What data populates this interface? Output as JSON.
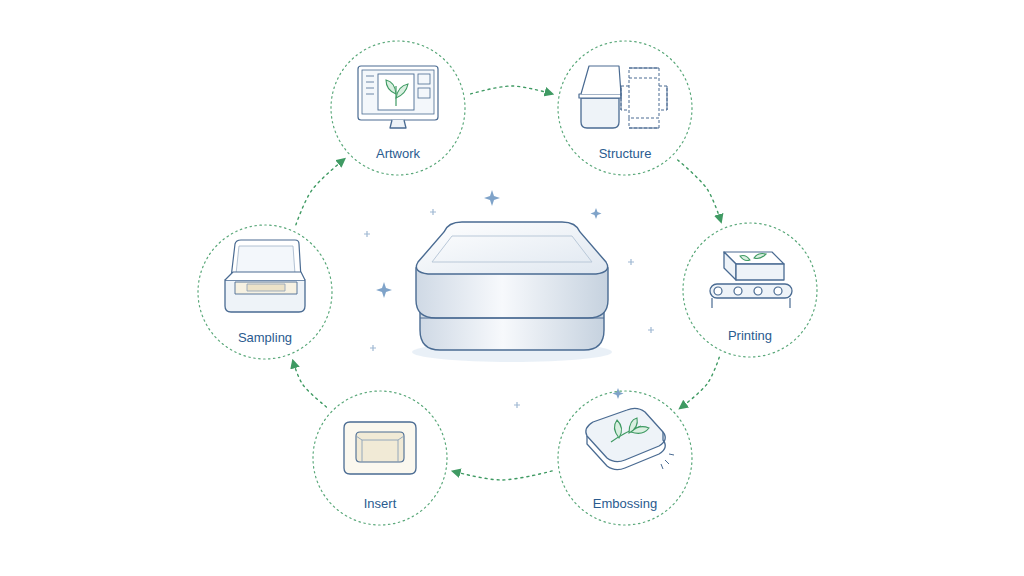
{
  "diagram": {
    "nodes": [
      {
        "text": [
          "Artwork"
        ]
      },
      {
        "text": [
          "Structure"
        ]
      },
      {
        "text": [
          "Printing"
        ]
      },
      {
        "text": [
          "Embossing"
        ]
      },
      {
        "text": [
          "Insert"
        ]
      },
      {
        "text": [
          "Sampling"
        ]
      }
    ],
    "edges": [
      {
        "from": 0,
        "to": 1,
        "arrow": "to"
      },
      {
        "from": 1,
        "to": 2,
        "arrow": "to"
      },
      {
        "from": 2,
        "to": 3,
        "arrow": "to"
      },
      {
        "from": 3,
        "to": 4,
        "arrow": "to"
      },
      {
        "from": 4,
        "to": 5,
        "arrow": "to"
      },
      {
        "from": 5,
        "to": 0,
        "arrow": "to"
      }
    ]
  }
}
